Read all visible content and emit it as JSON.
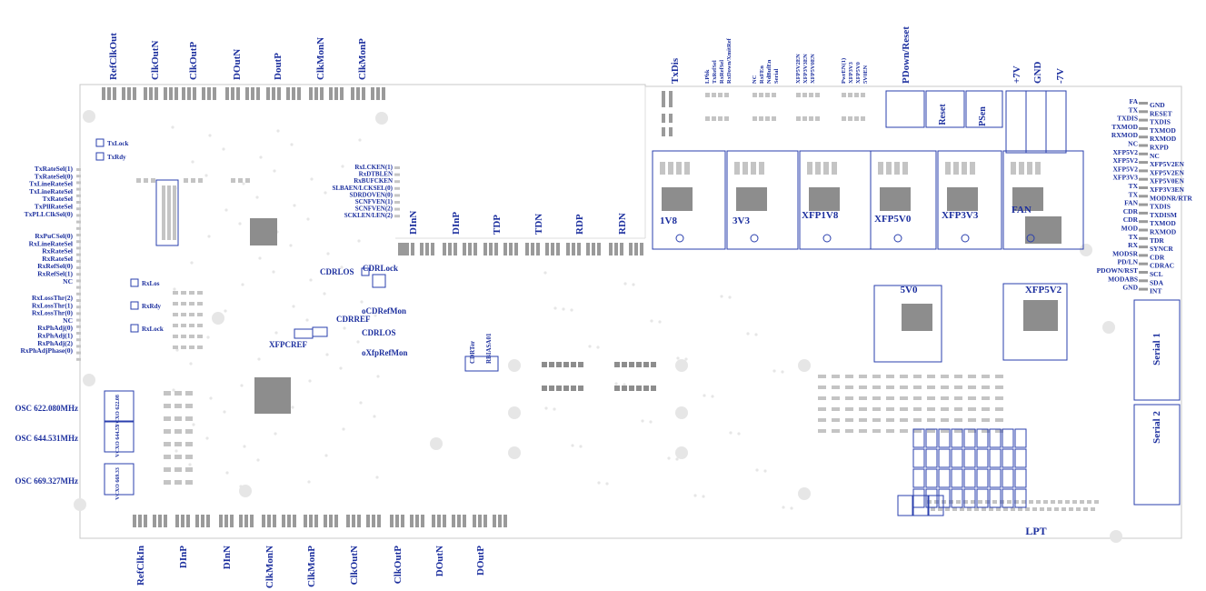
{
  "board": {
    "top_left_edge": [
      "RefClkOut",
      "ClkOutN",
      "ClkOutP",
      "DOutN",
      "DoutP",
      "ClkMonN",
      "ClkMonP"
    ],
    "bottom_left_edge": [
      "RefClkIn",
      "DInP",
      "DInN",
      "ClkMonN",
      "ClkMonP",
      "ClkOutN",
      "ClkOutP",
      "DOutN",
      "DOutP"
    ],
    "middle_edge": [
      "DInN",
      "DInP",
      "TDP",
      "TDN",
      "RDP",
      "RDN"
    ],
    "top_right_headers": [
      "TxDis",
      "PDown/Reset"
    ],
    "config_rows_1": [
      "LPbk",
      "TxRefSel",
      "RxRefSel",
      "RxDown/XmitRef"
    ],
    "config_rows_2": [
      "NC",
      "RxFEn",
      "NdBufEn",
      "Serial"
    ],
    "config_rows_3": [
      "XFP5V2EN",
      "XFP3V3EN",
      "XFP5V0EN"
    ],
    "config_rows_4": [
      "PwrEN(1)",
      "XFP3V3",
      "XFP5V0",
      "5V0EN"
    ],
    "switches": [
      "Reset",
      "PSen"
    ],
    "power_terminals": [
      "+7V",
      "GND",
      "-7V"
    ],
    "left_pins_top": [
      "TxRateSel(1)",
      "TxRateSel(0)",
      "TxLineRateSel",
      "TxLineRateSel",
      "TxRateSel",
      "TxPllRateSel",
      "TxPLLClkSel(0)"
    ],
    "left_pins_mid": [
      "RxPuCSel(0)",
      "RxLineRateSel",
      "RxRateSel",
      "RxRateSel",
      "RxRefSel(0)",
      "RxRefSel(1)",
      "NC"
    ],
    "left_pins_low": [
      "RxLossThr(2)",
      "RxLossThr(1)",
      "RxLossThr(0)",
      "NC",
      "RxPhAdj(0)",
      "RxPhAdj(1)",
      "RxPhAdj(2)",
      "RxPhAdjPhase(0)"
    ],
    "mid_pins": [
      "RxLCKEN(1)",
      "RxDTBLEN",
      "RxBUFCKEN",
      "SLBAEN/LCKSEL(0)",
      "SDRDOVEN(0)",
      "SCNFVEN(1)",
      "SCNFVEN(2)",
      "SCKLEN/LEN(2)"
    ],
    "leds_tx": [
      "TxLock",
      "TxRdy"
    ],
    "leds_rx": [
      "RxLos",
      "RxRdy",
      "RxLock"
    ],
    "cdr_labels": [
      "CDRLOS",
      "CDRLock",
      "CDRREF",
      "XFPCREF",
      "CDRLOS",
      "oCDRefMon",
      "oXfpRefMon"
    ],
    "cdr_side": [
      "CDRTer",
      "RBIASA01"
    ],
    "oscillators": [
      {
        "label": "OSC 622.080MHz",
        "chip": "VCXO 622.08"
      },
      {
        "label": "OSC 644.531MHz",
        "chip": "VCXO 644.53"
      },
      {
        "label": "OSC 669.327MHz",
        "chip": "VCXO 669.33"
      }
    ],
    "regulators_top": [
      "1V8",
      "3V3",
      "XFP1V8",
      "XFP5V0",
      "XFP3V3",
      "FAN"
    ],
    "regulators_low": [
      "5V0",
      "XFP5V2"
    ],
    "right_pins_left": [
      "FA",
      "TX",
      "TXDIS",
      "TXMOD",
      "RXMOD",
      "NC",
      "XFP5V2",
      "XFP5V2",
      "XFP5V2",
      "XFP3V3",
      "TX",
      "TX",
      "FAN",
      "CDR",
      "CDR",
      "MOD",
      "TX",
      "RX",
      "MODSR",
      "PD/LN",
      "PDOWN/RST",
      "MODABS",
      "GND"
    ],
    "right_pins_right": [
      "GND",
      "RESET",
      "TXDIS",
      "TXMOD",
      "RXMOD",
      "RXPD",
      "NC",
      "XFP5V2EN",
      "XFP5V2EN",
      "XFP5V0EN",
      "XFP3V3EN",
      "MODNR/RTR",
      "TXDIS",
      "TXDISM",
      "TXMOD",
      "RXMOD",
      "TDR",
      "SYNCR",
      "CDR",
      "CDRAC",
      "SCL",
      "SDA",
      "INT"
    ],
    "serials": [
      "Serial 1",
      "Serial 2"
    ],
    "lpt": "LPT"
  }
}
